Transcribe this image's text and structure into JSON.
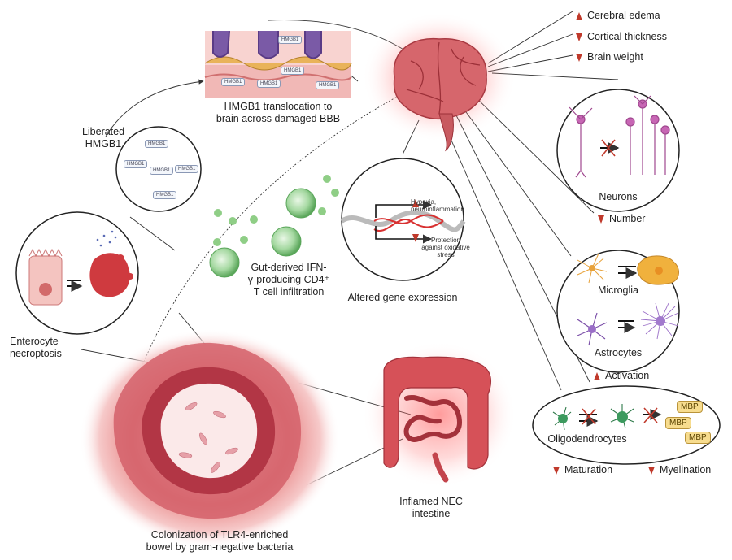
{
  "brain_effects": [
    {
      "dir": "up",
      "text": "Cerebral edema"
    },
    {
      "dir": "down",
      "text": "Cortical thickness"
    },
    {
      "dir": "down",
      "text": "Brain weight"
    }
  ],
  "bbb_label": "HMGB1 translocation to\nbrain across damaged BBB",
  "liberated_label": "Liberated\nHMGB1",
  "hmgb1_tag": "HMGB1",
  "enterocyte_label": "Enterocyte\nnecroptosis",
  "tcell_label": "Gut-derived IFN-\nγ-producing CD4⁺\nT cell infiltration",
  "gene_label": "Altered gene expression",
  "gene_up": "Hypoxia,\nneuroinflammation",
  "gene_down": "Protection\nagainst oxidative\nstress",
  "neurons_label": "Neurons",
  "neurons_effect": "Number",
  "microglia_label": "Microglia",
  "astrocytes_label": "Astrocytes",
  "glia_effect": "Activation",
  "oligo_label": "Oligodendrocytes",
  "mbp_label": "MBP",
  "maturation_label": "Maturation",
  "myelination_label": "Myelination",
  "nec_label": "Inflamed NEC\nintestine",
  "bowel_label": "Colonization of TLR4-enriched\nbowel by gram-negative bacteria",
  "colors": {
    "brain": "#d85c62",
    "accent": "#c0392b",
    "intestine": "#c9474f",
    "tcell": "#7cc27a",
    "neuron": "#a0488f",
    "microglia": "#e8a23a",
    "astro": "#7b4fa8",
    "oligo": "#2f7a4a"
  }
}
